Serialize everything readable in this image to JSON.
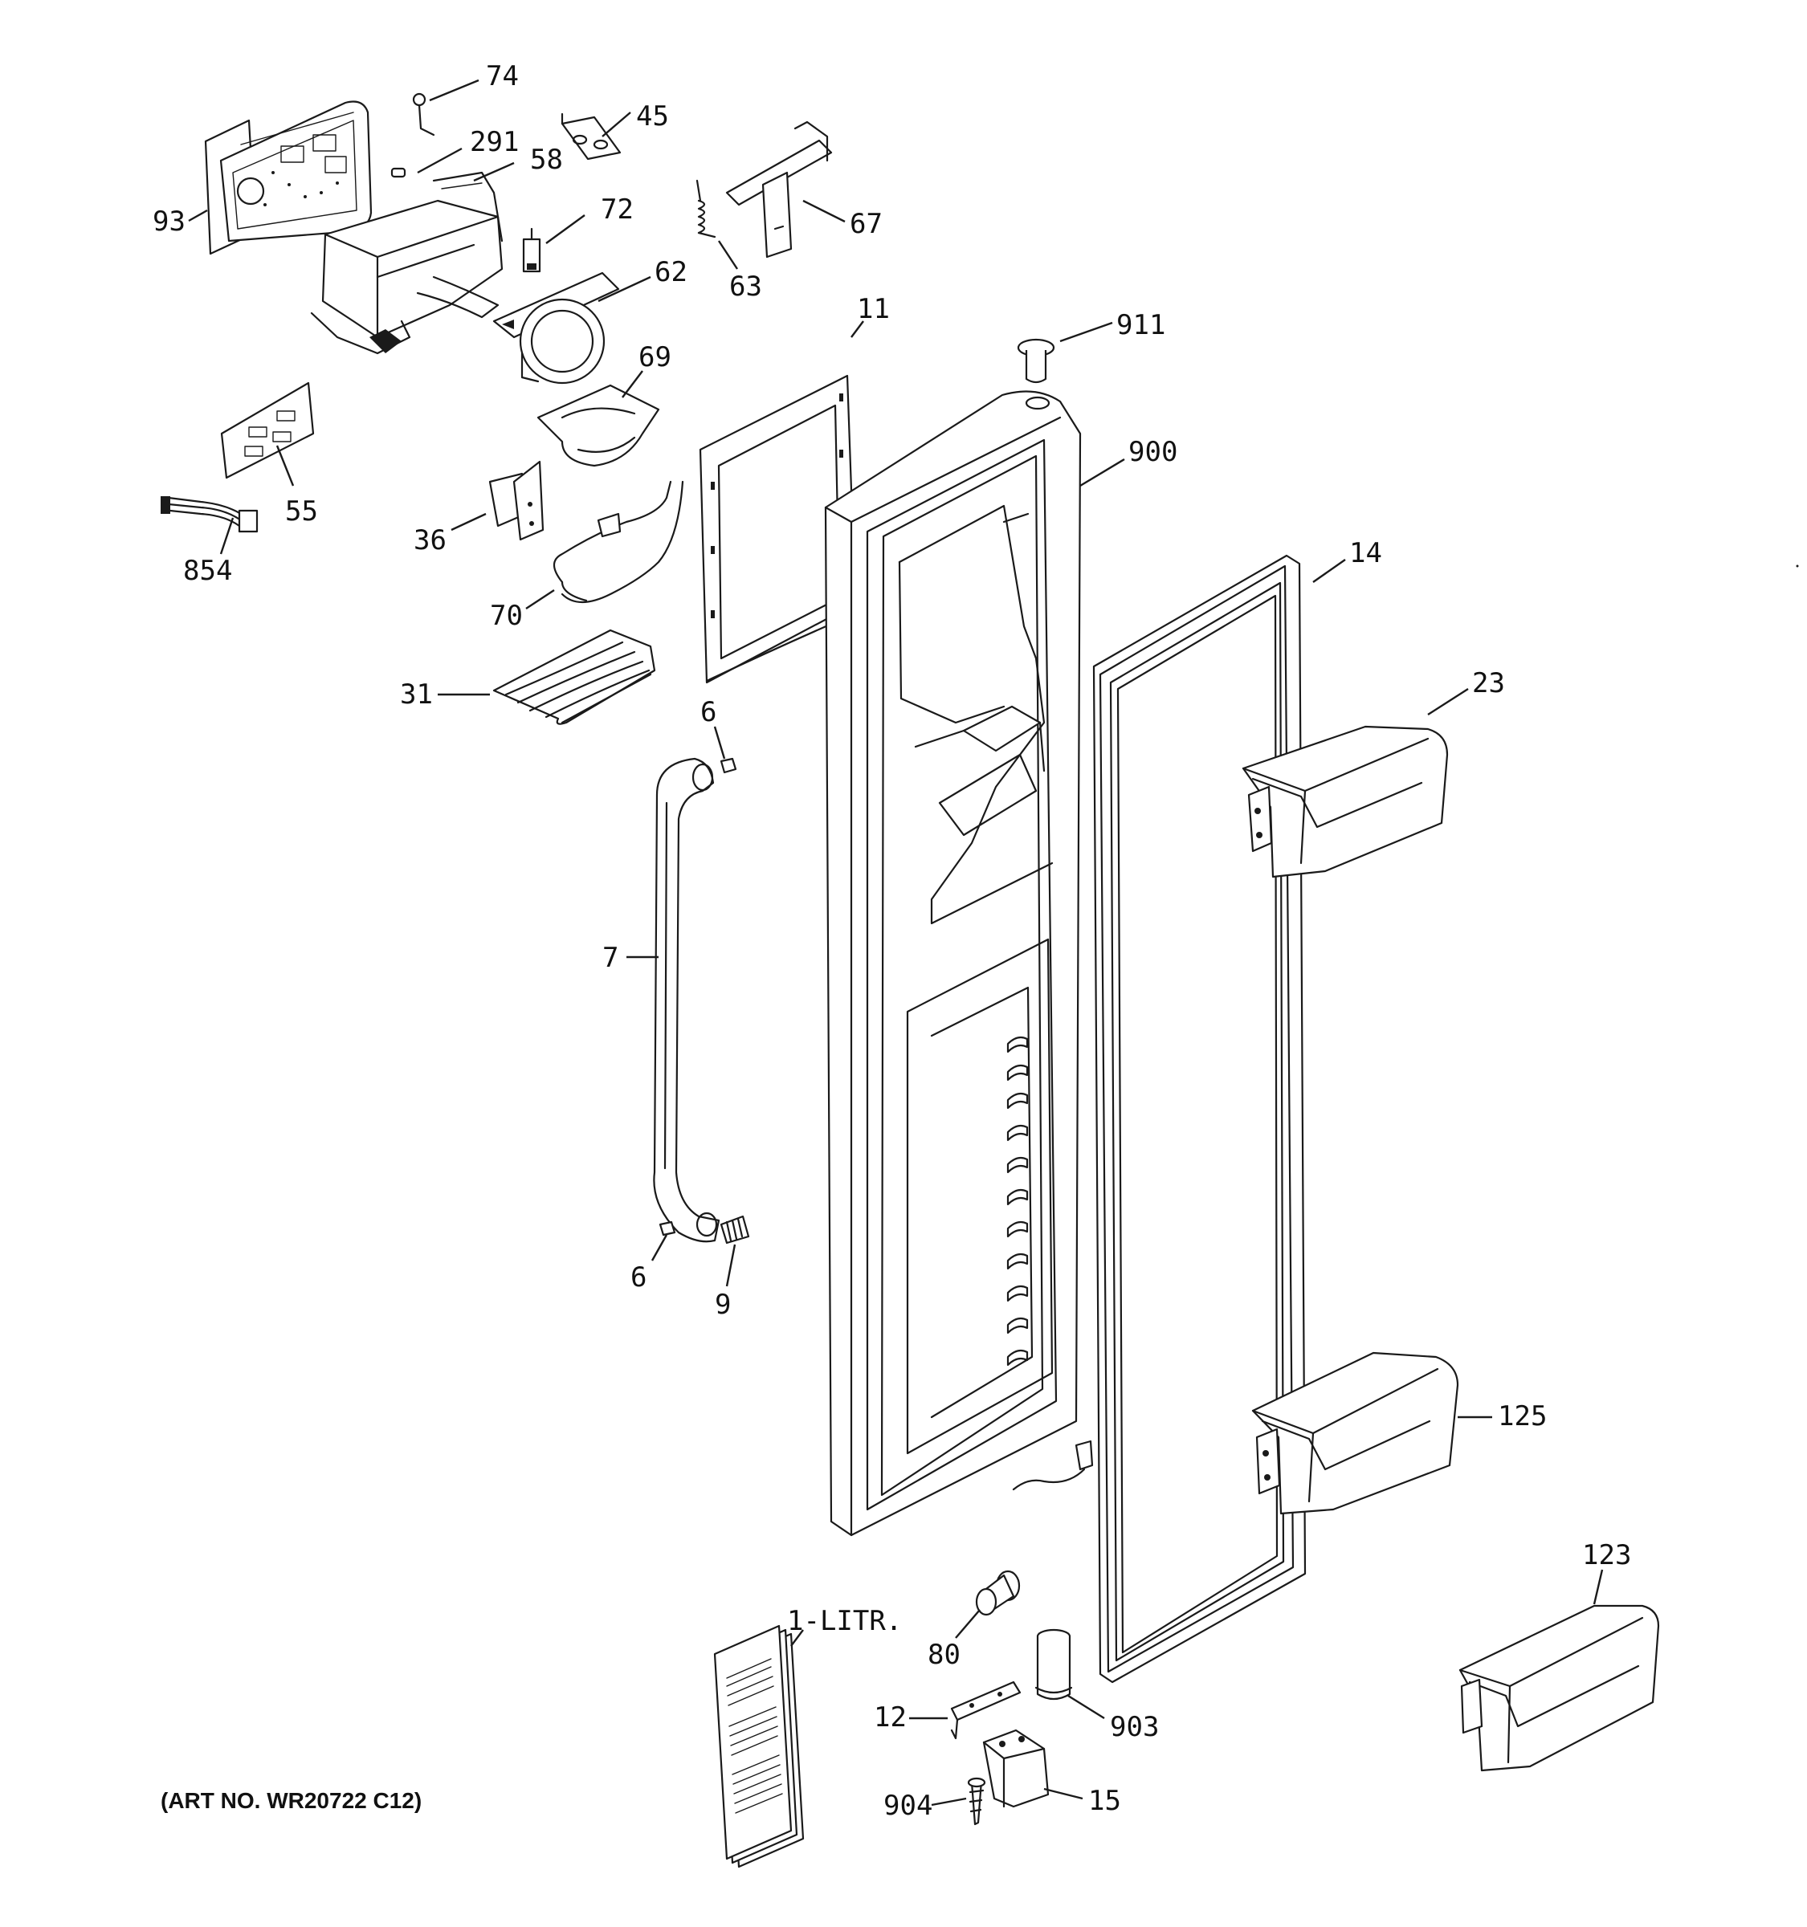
{
  "art_number": "(ART NO. WR20722 C12)",
  "callouts": {
    "c74": "74",
    "c291": "291",
    "c45": "45",
    "c58": "58",
    "c93": "93",
    "c72": "72",
    "c67": "67",
    "c63": "63",
    "c62": "62",
    "c11": "11",
    "c911": "911",
    "c69": "69",
    "c55": "55",
    "c900": "900",
    "c854": "854",
    "c36": "36",
    "c14": "14",
    "c70": "70",
    "c31": "31",
    "c23": "23",
    "c6a": "6",
    "c7": "7",
    "c6b": "6",
    "c9": "9",
    "c125": "125",
    "c123": "123",
    "c1litr": "1-LITR.",
    "c80": "80",
    "c12": "12",
    "c903": "903",
    "c904": "904",
    "c15": "15"
  }
}
